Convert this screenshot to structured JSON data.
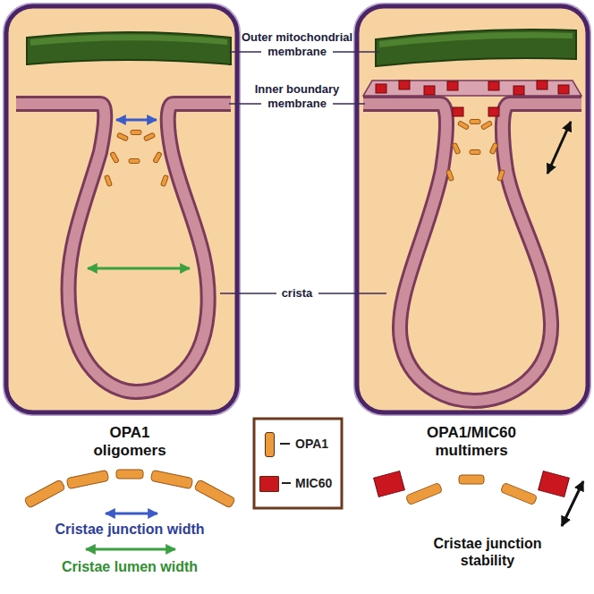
{
  "diagram": {
    "labels": [
      "Outer mitochondrial membrane",
      "Inner boundary membrane",
      "crista",
      "OPA1 oligomers",
      "OPA1/MIC60 multimers",
      "Cristae junction width",
      "Cristae lumen width",
      "Cristae junction stability"
    ],
    "legend": [
      {
        "text": "OPA1",
        "color": "#eb9b3c"
      },
      {
        "text": "MIC60",
        "color": "#c9161f"
      }
    ]
  }
}
